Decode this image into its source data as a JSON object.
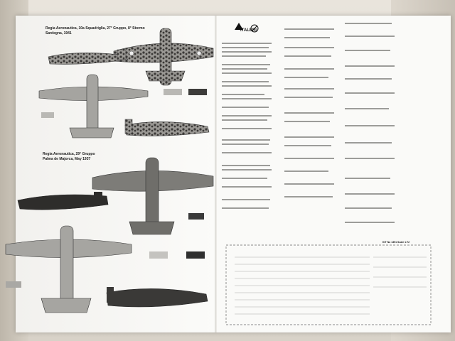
{
  "scene": {
    "description_type": "photo",
    "colors": {
      "box": "#e6e1d8",
      "sheet": "#f7f6f3",
      "camo_dark": "#3c3a38",
      "camo_light": "#8b8a86",
      "gray_swatch": "#b9b8b4",
      "dark_swatch": "#3b3b3b"
    }
  },
  "left_panel": {
    "caption_1_line_1": "Regia Aeronautica, 10a Squadriglia, 27° Gruppo, 8° Stormo",
    "caption_1_line_2": "Sardegna, 1941",
    "caption_2_line_1": "Regia Aeronautica, 29° Gruppo",
    "caption_2_line_2": "Palma de Majorca, May 1937"
  },
  "right_panel": {
    "brand": "ITALERI",
    "kit_number": "KIT No 1391 Scale 1:72"
  }
}
